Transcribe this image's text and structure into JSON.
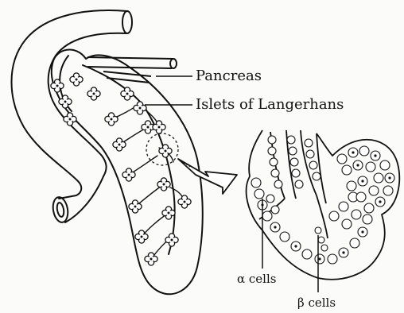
{
  "labels": {
    "pancreas": "Pancreas",
    "islets": "Islets of Langerhans",
    "alpha": "α cells",
    "beta": "β cells"
  },
  "colors": {
    "ink": "#111111",
    "paper": "#fbfbf9"
  }
}
